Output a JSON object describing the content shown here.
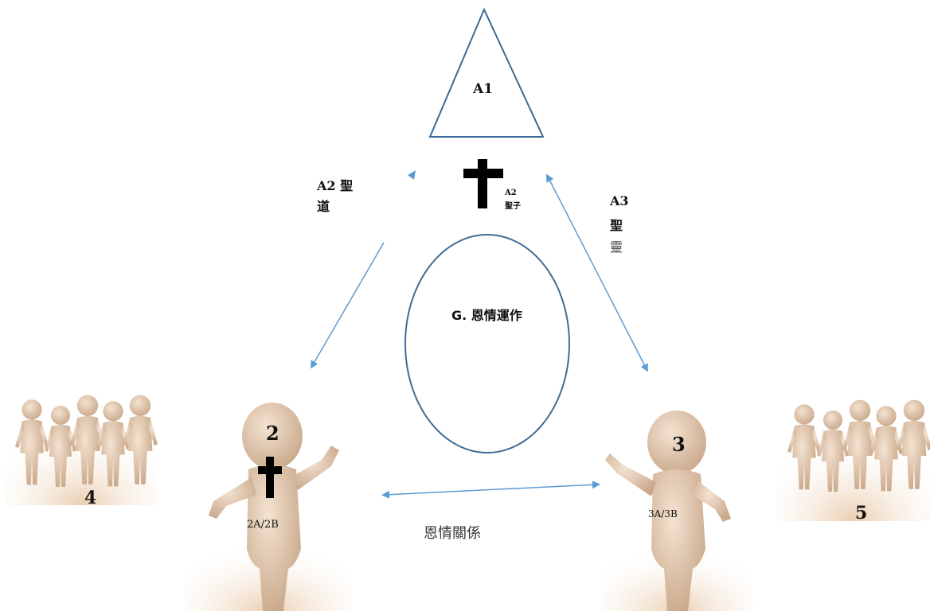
{
  "trinity": {
    "top_label": "A1",
    "left_label_line1": "A2 聖",
    "left_label_line2": "道",
    "son_label_line1": "A2",
    "son_label_line2": "聖子",
    "right_label_line1": "A3",
    "right_label_line2": "聖",
    "right_label_line3": "靈"
  },
  "center": {
    "label": "G. 恩情運作"
  },
  "person_left": {
    "number": "2",
    "sub": "2A/2B"
  },
  "person_right": {
    "number": "3",
    "sub": "3A/3B"
  },
  "group_left": {
    "number": "4"
  },
  "group_right": {
    "number": "5"
  },
  "relationship_label": "恩情關係",
  "colors": {
    "triangle_stroke": "#3b6a96",
    "ellipse_stroke": "#3f6d97",
    "arrow": "#5b9bd5",
    "figure_fill": "#e9d3bd",
    "figure_shade": "#c8a98b"
  },
  "icons": [
    "cross-icon",
    "person-figure",
    "people-group"
  ]
}
